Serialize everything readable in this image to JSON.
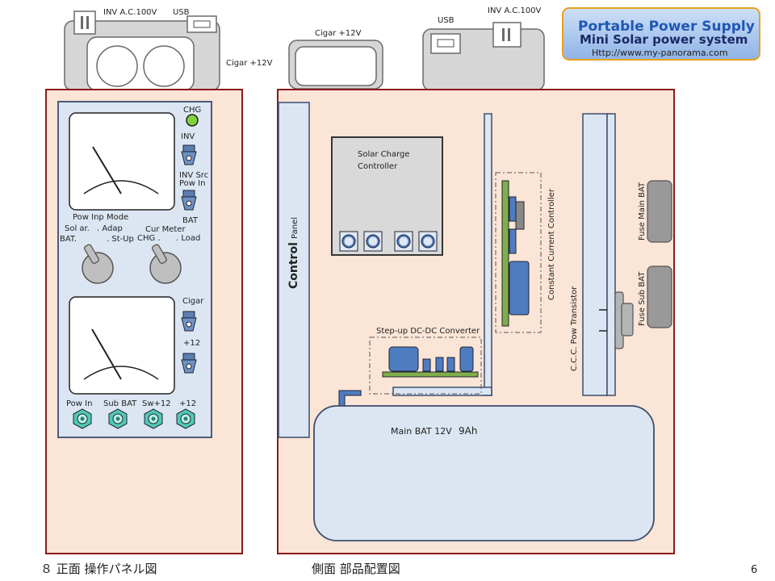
{
  "title_box": {
    "line1": "Portable  Power Supply",
    "line2": "Mini Solar power system",
    "line3": "Http://www.my-panorama.com"
  },
  "top_labels": {
    "inv_left": "INV A.C.100V",
    "usb_left": "USB",
    "cigar_left": "Cigar +12V",
    "cigar_mid": "Cigar +12V",
    "usb_right": "USB",
    "inv_right": "INV A.C.100V"
  },
  "front_panel": {
    "chg": "CHG",
    "inv": "INV",
    "inv_src": "INV Src",
    "pow_in": "Pow In",
    "bat": "BAT",
    "pow_inp_mode": "Pow  Inp  Mode",
    "sol_ar": "Sol ar.",
    "adap": ". Adap",
    "bat_dot": "BAT.",
    "st_up": ". St-Up",
    "cur_meter": "Cur  Meter",
    "chg_dot": "CHG .",
    "load": ". Load",
    "cigar": "Cigar",
    "plus12_sw": "+12",
    "term_pow_in": "Pow In",
    "term_sub_bat": "Sub BAT",
    "term_sw12": "Sw+12",
    "term_12": "+12"
  },
  "side_view": {
    "control_panel_main": "Control",
    "control_panel_sub": "Panel",
    "solar_line1": "Solar Charge",
    "solar_line2": "Controller",
    "cc_controller": "Constant Current  Controller",
    "ccc_transistor": "C.C.C. Pow Transistor",
    "fuse_main": "Fuse Main BAT",
    "fuse_sub": "Fuse Sub BAT",
    "stepup": "Step-up DC-DC Converter",
    "main_bat": "Main BAT   12V",
    "main_bat_cap": "9Ah"
  },
  "captions": {
    "left": "８  正面 操作パネル図",
    "right": "側面  部品配置図",
    "page": "6"
  }
}
